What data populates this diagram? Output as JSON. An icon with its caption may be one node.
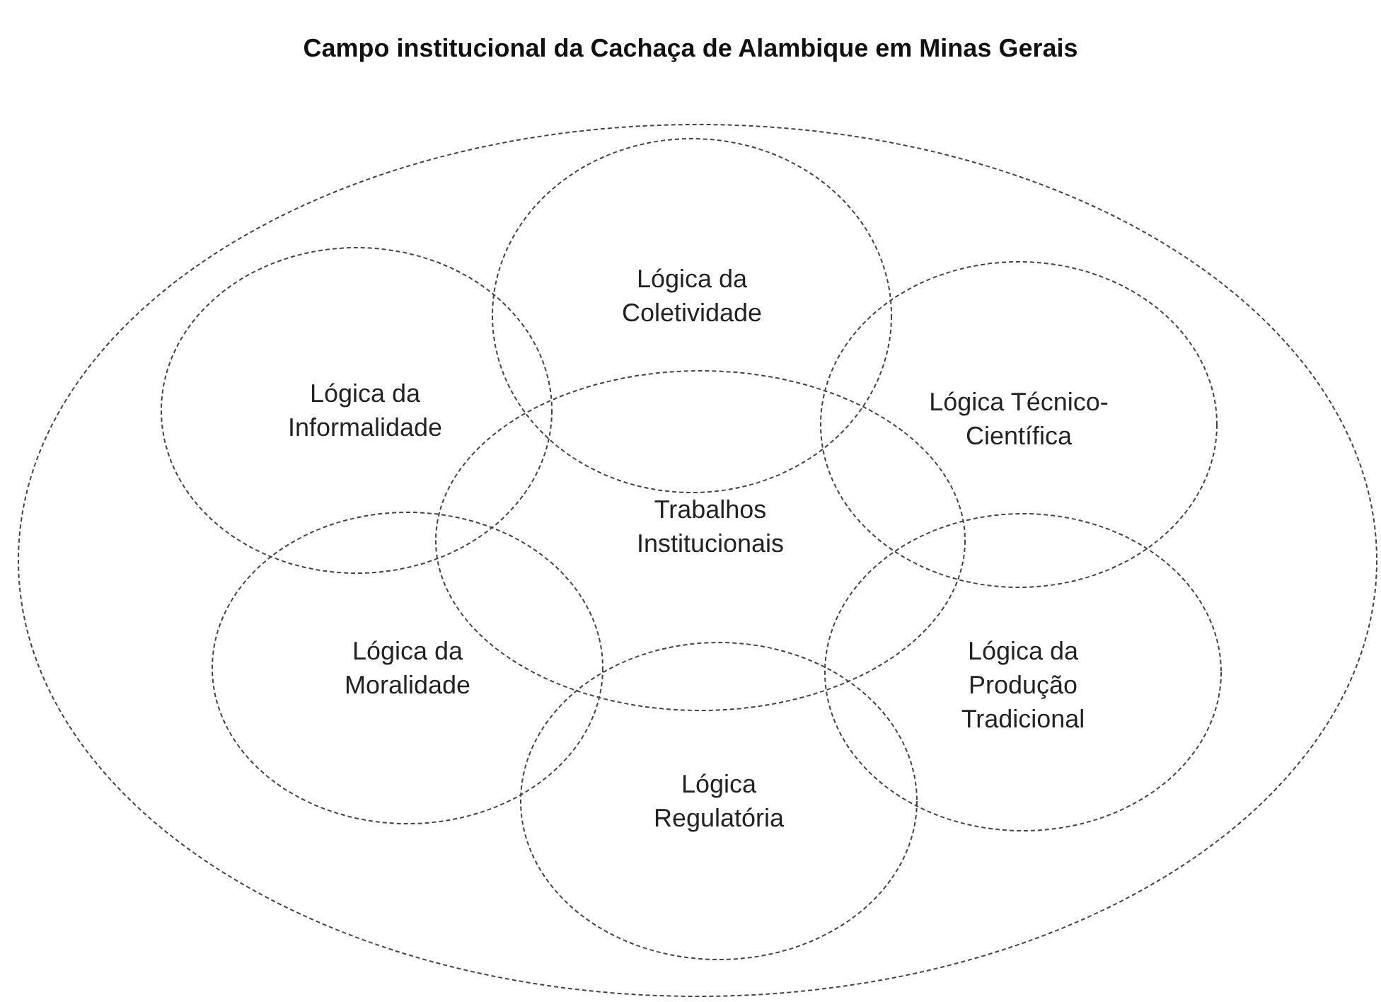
{
  "diagram": {
    "nodes": [
      {
        "text": [
          "Campo institucional da Cachaça de Alambique em Minas Gerais"
        ]
      },
      {
        "text": [
          "Lógica da Coletividade"
        ],
        "in": 0
      },
      {
        "text": [
          "Lógica da Informalidade"
        ],
        "in": 0
      },
      {
        "text": [
          "Lógica Técnico-Científica"
        ],
        "in": 0
      },
      {
        "text": [
          "Trabalhos Institucionais"
        ],
        "in": 0
      },
      {
        "text": [
          "Lógica da Moralidade"
        ],
        "in": 0
      },
      {
        "text": [
          "Lógica da Produção Tradicional"
        ],
        "in": 0
      },
      {
        "text": [
          "Lógica Regulatória"
        ],
        "in": 0
      }
    ],
    "edges": []
  }
}
